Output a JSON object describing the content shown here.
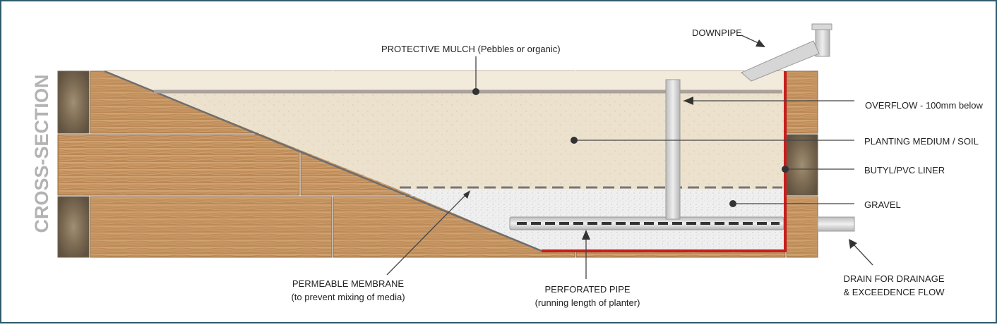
{
  "side_label": "CROSS-SECTION",
  "labels": {
    "downpipe": "DOWNPIPE",
    "mulch": "PROTECTIVE MULCH (Pebbles or organic)",
    "overflow": "OVERFLOW - 100mm below",
    "soil": "PLANTING MEDIUM / SOIL",
    "liner": "BUTYL/PVC LINER",
    "gravel": "GRAVEL",
    "membrane_line1": "PERMEABLE MEMBRANE",
    "membrane_line2": "(to prevent mixing of media)",
    "pipe_line1": "PERFORATED PIPE",
    "pipe_line2": "(running length of planter)",
    "drain_line1": "DRAIN FOR DRAINAGE",
    "drain_line2": "& EXCEEDENCE FLOW"
  },
  "colors": {
    "frame": "#2f5b6b",
    "wood": "#c99a66",
    "wood_end": "#8b7a60",
    "soil": "#e9ddc8",
    "gravel": "#eeeeee",
    "liner": "#c81e1e",
    "pipe": "#cfcfcf",
    "mulch_line": "#a9a19a",
    "membrane_edge": "#6e6e6e",
    "leader": "#444444",
    "side_label": "#b3b3b3"
  }
}
